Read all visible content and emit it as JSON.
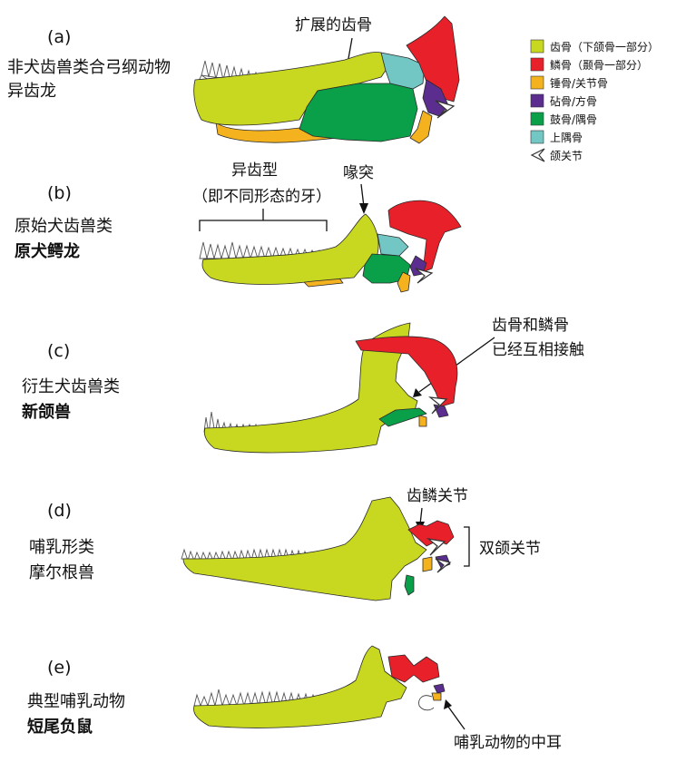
{
  "colors": {
    "dentary": "#c8d820",
    "squamosal": "#e8202a",
    "malleus": "#f5b21f",
    "incus": "#5b2d8e",
    "tympanic": "#0aa04a",
    "surangular": "#72c6c3",
    "jaw_joint": "#ffffff"
  },
  "legend": {
    "items": [
      {
        "label": "齿骨（下颌骨一部分）",
        "color_key": "dentary"
      },
      {
        "label": "鳞骨（颞骨一部分）",
        "color_key": "squamosal"
      },
      {
        "label": "锤骨/关节骨",
        "color_key": "malleus"
      },
      {
        "label": "砧骨/方骨",
        "color_key": "incus"
      },
      {
        "label": "鼓骨/隅骨",
        "color_key": "tympanic"
      },
      {
        "label": "上隅骨",
        "color_key": "surangular"
      },
      {
        "label": "颌关节",
        "color_key": "jaw_joint",
        "icon": "chevron-joint-icon"
      }
    ]
  },
  "panels": {
    "a": {
      "letter": "(a)",
      "line1": "非犬齿兽类合弓纲动物",
      "line2": "异齿龙",
      "note": "扩展的齿骨"
    },
    "b": {
      "letter": "(b)",
      "line1": "原始犬齿兽类",
      "line2": "原犬鳄龙",
      "note1": "异齿型",
      "note2": "（即不同形态的牙）",
      "note3": "喙突"
    },
    "c": {
      "letter": "(c)",
      "line1": "衍生犬齿兽类",
      "line2": "新颌兽",
      "note1": "齿骨和鳞骨",
      "note2": "已经互相接触"
    },
    "d": {
      "letter": "(d)",
      "line1": "哺乳形类",
      "line2": "摩尔根兽",
      "note1": "齿鳞关节",
      "note2": "双颌关节"
    },
    "e": {
      "letter": "(e)",
      "line1": "典型哺乳动物",
      "line2": "短尾负鼠",
      "note": "哺乳动物的中耳"
    }
  }
}
